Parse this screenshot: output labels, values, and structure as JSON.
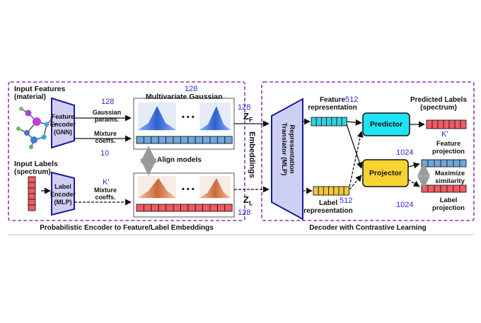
{
  "left_panel": {
    "caption": "Probabilistic Encoder to Feature/Label Embeddings",
    "input_features": {
      "title": "Input Features",
      "subtitle": "(material)"
    },
    "feature_encoder": {
      "line1": "Feature",
      "line2": "Encoder",
      "line3": "(GNN)"
    },
    "gaussian_params": {
      "line1": "Gaussian",
      "line2": "params."
    },
    "mixture_coeffs_top": {
      "line1": "Mixture",
      "line2": "coeffs."
    },
    "dim_128_params": "128",
    "dim_10": "10",
    "multivariate_title": "Multivariate Gaussian",
    "dim_128_gauss": "128",
    "align_models": "Align models",
    "input_labels": {
      "title": "Input Labels",
      "subtitle": "(spectrum)"
    },
    "label_encoder": {
      "line1": "Label",
      "line2": "Encoder",
      "line3": "(MLP)"
    },
    "dim_kprime": "K'",
    "mixture_coeffs_bottom": {
      "line1": "Mixture",
      "line2": "coeffs."
    },
    "ellipsis": "• • •"
  },
  "middle": {
    "embeddings": "Embeddings",
    "z_f": "Z",
    "z_f_sub": "F",
    "z_l": "Z",
    "z_l_sub": "L",
    "dim_128_top": "128",
    "dim_128_bottom": "128",
    "translator": {
      "line1": "Representation",
      "line2": "Translator (MLP)"
    }
  },
  "right_panel": {
    "caption": "Decoder with Contrastive Learning",
    "feature_representation": {
      "line1": "Feature",
      "line2": "representation"
    },
    "dim_512_top": "512",
    "label_representation": {
      "line1": "Label",
      "line2": "representation"
    },
    "dim_512_bottom": "512",
    "predictor": "Predictor",
    "projector": "Projector",
    "predicted_labels": {
      "line1": "Predicted Labels",
      "line2": "(spectrum)"
    },
    "dim_kprime": "K'",
    "dim_1024_top": "1024",
    "feature_projection": {
      "line1": "Feature",
      "line2": "projection"
    },
    "maximize_similarity": {
      "line1": "Maximize",
      "line2": "similarity"
    },
    "dim_1024_bottom": "1024",
    "label_projection": {
      "line1": "Label",
      "line2": "projection"
    }
  },
  "colors": {
    "panel_border": "#8a3aa8",
    "encoder_fill": "#cdd0f3",
    "encoder_stroke": "#1a1a9c",
    "gauss_blue": "#3f74c8",
    "gauss_orange": "#e8a07a",
    "feature_vec": "#2ed3e0",
    "label_vec": "#f2c73a",
    "proj_vec": "#6fa7dd",
    "red_vec": "#f25a63",
    "predictor_fill": "#1fe3f5",
    "projector_fill": "#f7d432",
    "dim_text": "#2b2bd6"
  }
}
